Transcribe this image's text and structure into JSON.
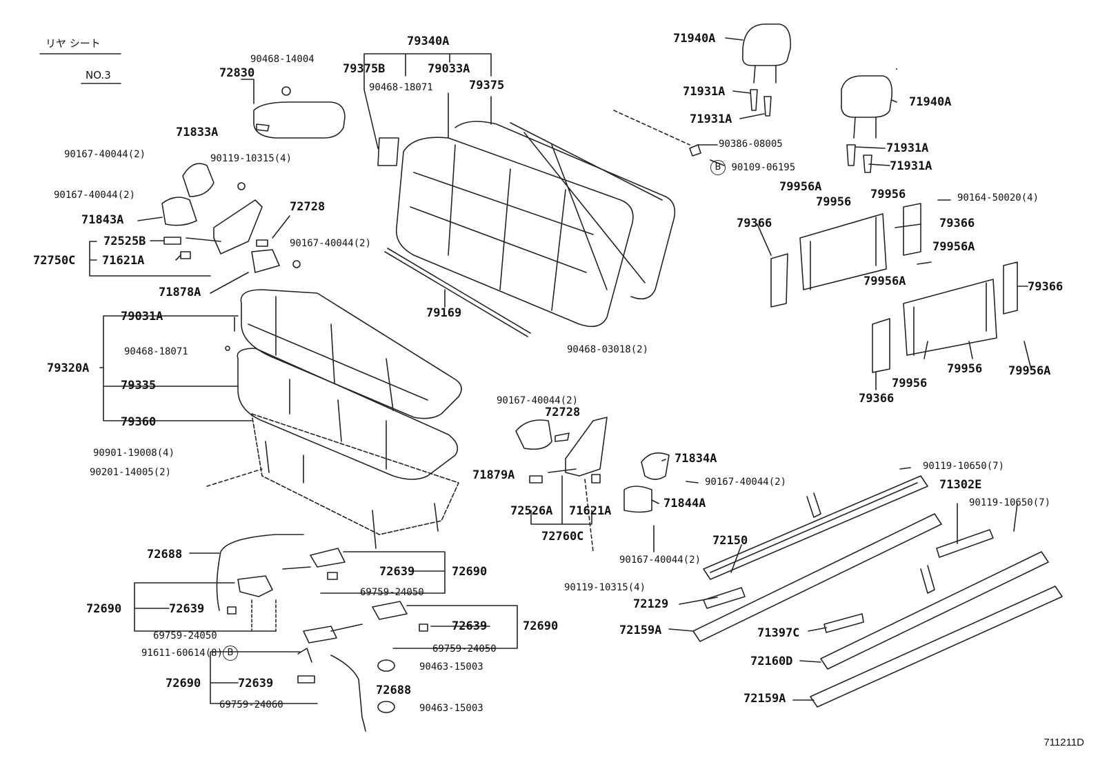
{
  "header": {
    "title": "リヤ シート",
    "subtitle": "NO.3"
  },
  "diagram_code": "711211D",
  "labels": {
    "p79340A": "79340A",
    "p79375B": "79375B",
    "p79033A": "79033A",
    "p79375": "79375",
    "p90468_18071_top": "90468-18071",
    "p90468_14004": "90468-14004",
    "p72830": "72830",
    "p71833A": "71833A",
    "p90167_40044_a": "90167-40044(2)",
    "p90119_10315_a": "90119-10315(4)",
    "p90167_40044_b": "90167-40044(2)",
    "p71843A": "71843A",
    "p72728_a": "72728",
    "p72525B": "72525B",
    "p72750C": "72750C",
    "p71621A_a": "71621A",
    "p90167_40044_c": "90167-40044(2)",
    "p71878A": "71878A",
    "p79169": "79169",
    "p90468_03018": "90468-03018(2)",
    "p79031A": "79031A",
    "p90468_18071_mid": "90468-18071",
    "p79320A": "79320A",
    "p79335": "79335",
    "p79360": "79360",
    "p90901_19008": "90901-19008(4)",
    "p90201_14005": "90201-14005(2)",
    "p90167_40044_d": "90167-40044(2)",
    "p72728_b": "72728",
    "p71879A": "71879A",
    "p72526A": "72526A",
    "p71621A_b": "71621A",
    "p72760C": "72760C",
    "p90119_10315_b": "90119-10315(4)",
    "p71834A": "71834A",
    "p90167_40044_e": "90167-40044(2)",
    "p71844A": "71844A",
    "p90167_40044_f": "90167-40044(2)",
    "p71940A_a": "71940A",
    "p71931A_a": "71931A",
    "p71931A_b": "71931A",
    "p90386_08005": "90386-08005",
    "p90109_06195": "90109-06195",
    "p71940A_b": "71940A",
    "p71931A_c": "71931A",
    "p71931A_d": "71931A",
    "p79956A_a": "79956A",
    "p79956_a": "79956",
    "p79956_b": "79956",
    "p90164_50020": "90164-50020(4)",
    "p79366_a": "79366",
    "p79366_b": "79366",
    "p79956A_b": "79956A",
    "p79956A_c": "79956A",
    "p79366_c": "79366",
    "p79366_d": "79366",
    "p79956_c": "79956",
    "p79956_d": "79956",
    "p79956A_d": "79956A",
    "p90119_10650_a": "90119-10650(7)",
    "p71302E": "71302E",
    "p90119_10650_b": "90119-10650(7)",
    "p72150": "72150",
    "p72129": "72129",
    "p72159A_a": "72159A",
    "p71397C": "71397C",
    "p72160D": "72160D",
    "p72159A_b": "72159A",
    "p72688_a": "72688",
    "p72639_a": "72639",
    "p72690_a": "72690",
    "p69759_24050_a": "69759-24050",
    "p72690_b": "72690",
    "p72639_b": "72639",
    "p69759_24050_b": "69759-24050",
    "p91611_60614": "91611-60614(8)",
    "p72639_c": "72639",
    "p72690_c": "72690",
    "p69759_24050_c": "69759-24050",
    "p90463_15003_a": "90463-15003",
    "p72690_d": "72690",
    "p72639_d": "72639",
    "p72688_b": "72688",
    "p69759_24060": "69759-24060",
    "p90463_15003_b": "90463-15003",
    "mark_b": "B"
  }
}
